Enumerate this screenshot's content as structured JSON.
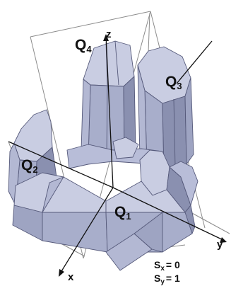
{
  "quadrant_labels": {
    "q1": {
      "letter": "Q",
      "index": "1"
    },
    "q2": {
      "letter": "Q",
      "index": "2"
    },
    "q3": {
      "letter": "Q",
      "index": "3"
    },
    "q4": {
      "letter": "Q",
      "index": "4"
    }
  },
  "axes": {
    "x": "x",
    "y": "y",
    "z": "z"
  },
  "symmetry": {
    "sx": {
      "base": "S",
      "sub": "x",
      "value": "= 0"
    },
    "sy": {
      "base": "S",
      "sub": "y",
      "value": "= 1"
    }
  },
  "colors": {
    "crystal_fill": "#a8aecb",
    "crystal_light": "#c9cde2",
    "crystal_dark": "#8a90b0",
    "edge": "#55597a",
    "frame": "#888888",
    "axis": "#111111"
  }
}
